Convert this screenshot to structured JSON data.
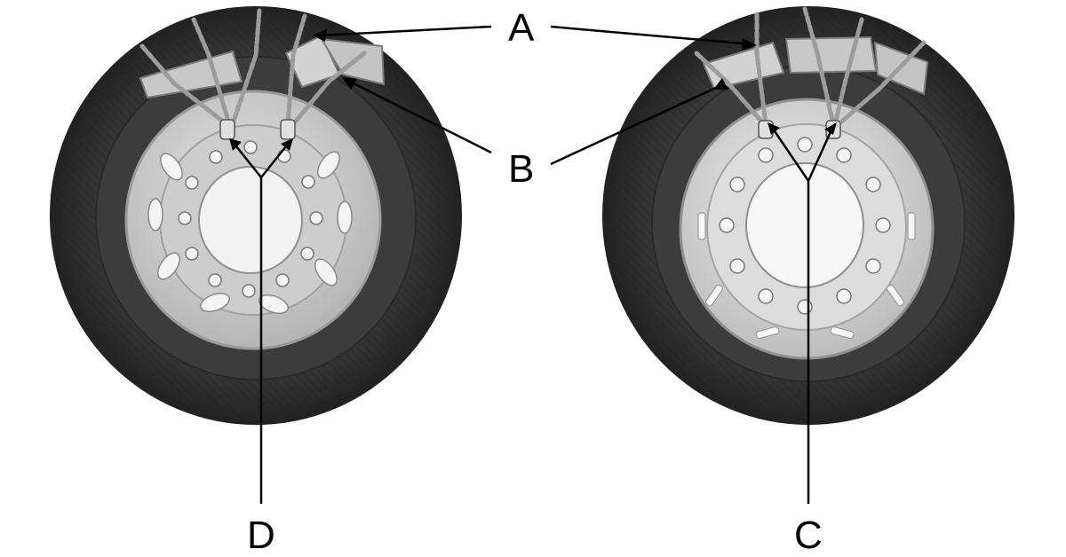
{
  "figure": {
    "callouts": {
      "a": "A",
      "b": "B",
      "c": "C",
      "d": "D"
    }
  },
  "colors": {
    "background": "#ffffff",
    "tyre_dark": "#2e2e2e",
    "tyre_mid": "#4a4a4a",
    "rim_light": "#cfcfcf",
    "rim_mid": "#a9a9a9",
    "hole": "#f4f4f4",
    "chain": "#b8b8b8",
    "leader": "#000000"
  },
  "items": [
    {
      "name": "left-wheel",
      "style": "steel-rim",
      "callouts": [
        "A",
        "B",
        "D"
      ]
    },
    {
      "name": "right-wheel",
      "style": "alloy-rim",
      "callouts": [
        "A",
        "B",
        "C"
      ]
    }
  ]
}
